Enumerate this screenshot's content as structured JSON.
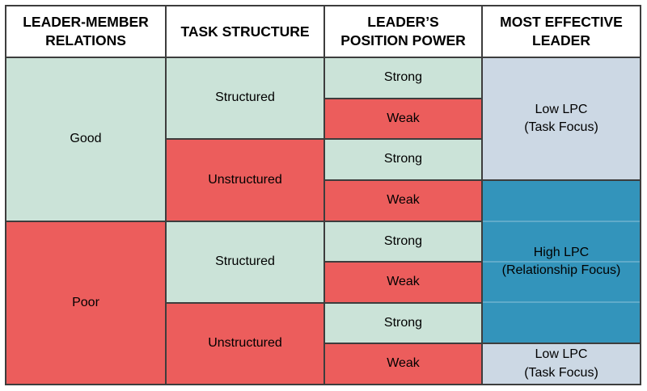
{
  "header": {
    "relations_line1": "LEADER-MEMBER",
    "relations_line2": "RELATIONS",
    "task": "TASK STRUCTURE",
    "power_line1": "LEADER’S",
    "power_line2": "POSITION POWER",
    "effective_line1": "MOST EFFECTIVE",
    "effective_line2": "LEADER"
  },
  "relations": {
    "good": "Good",
    "poor": "Poor"
  },
  "task_structure": {
    "good_structured": "Structured",
    "good_unstructured": "Unstructured",
    "poor_structured": "Structured",
    "poor_unstructured": "Unstructured"
  },
  "position_power": {
    "octant1": "Strong",
    "octant2": "Weak",
    "octant3": "Strong",
    "octant4": "Weak",
    "octant5": "Strong",
    "octant6": "Weak",
    "octant7": "Strong",
    "octant8": "Weak"
  },
  "most_effective": {
    "top_line1": "Low LPC",
    "top_line2": "(Task Focus)",
    "middle_line1": "High LPC",
    "middle_line2": "(Relationship Focus)",
    "bottom_line1": "Low LPC",
    "bottom_line2": "(Task Focus)"
  },
  "colors": {
    "favorable_green": "#cbe3d8",
    "unfavorable_red": "#ec5d5c",
    "task_focus_blue": "#ccd8e4",
    "relationship_focus_teal": "#3394bb",
    "grid_border": "#3d3d3d",
    "header_background": "#ffffff",
    "text": "#000000"
  }
}
